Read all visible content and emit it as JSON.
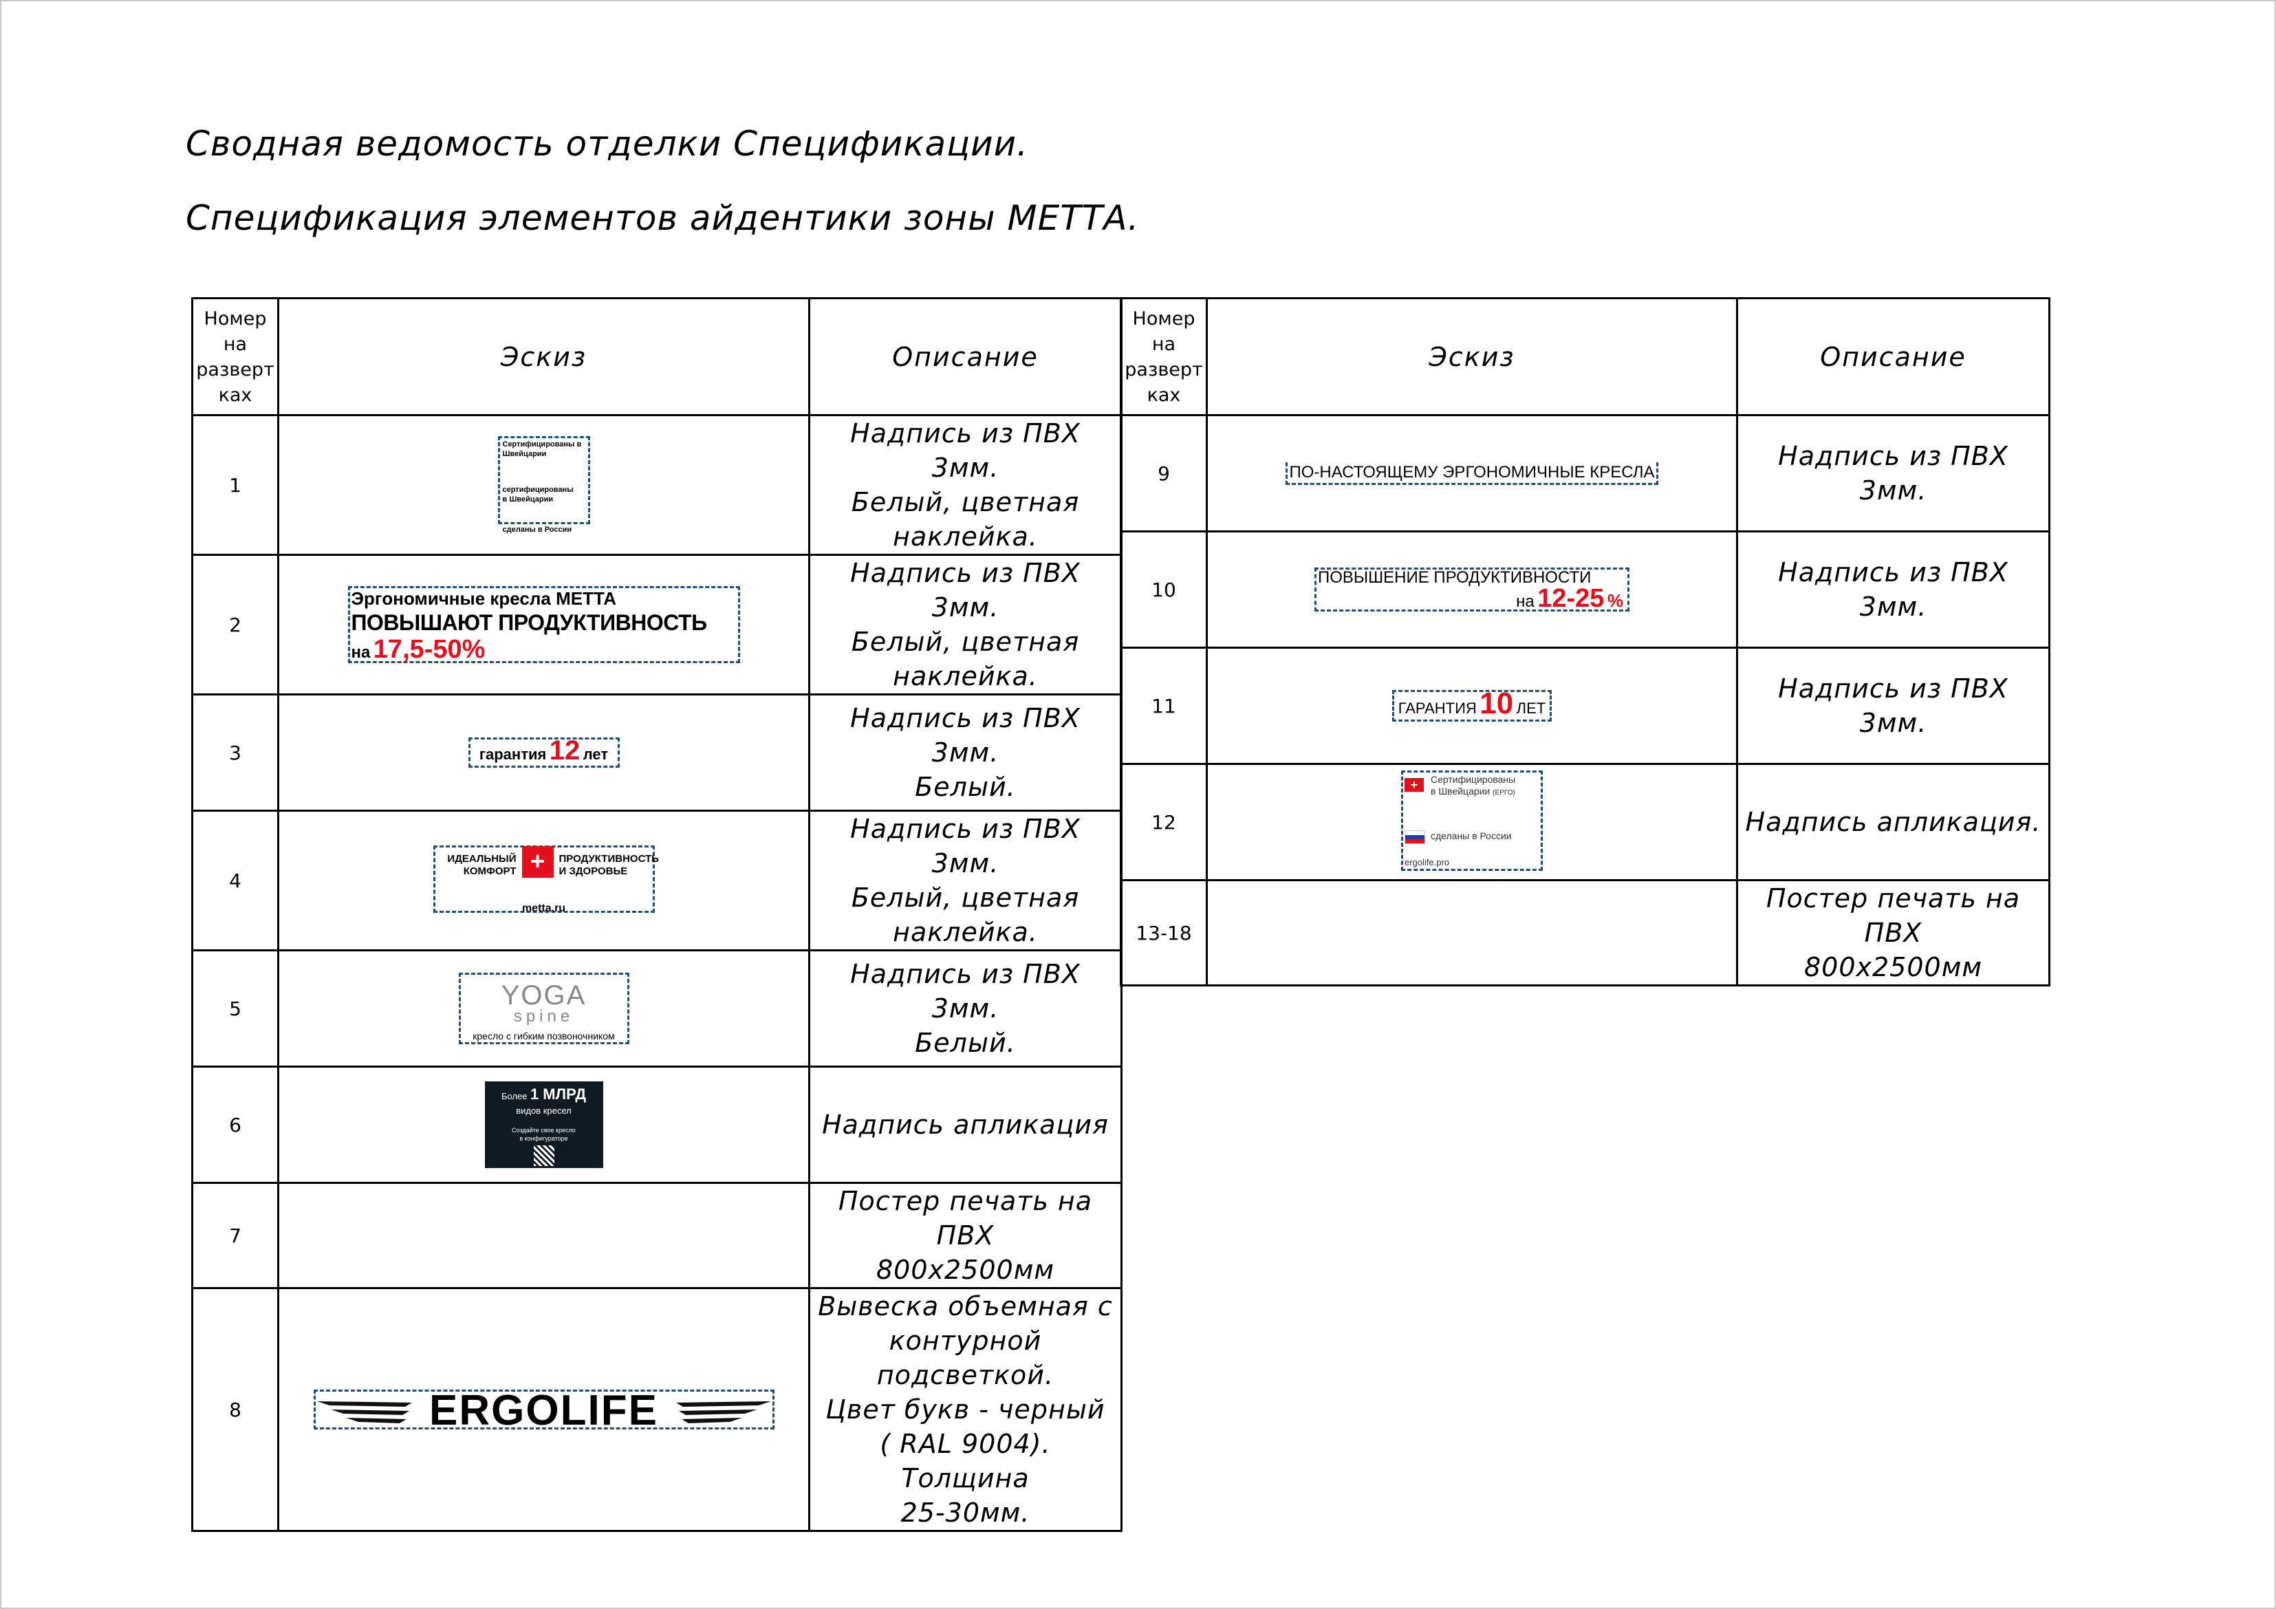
{
  "titles": {
    "line1": "Сводная ведомость отделки Спецификации.",
    "line2": "Спецификация элементов айдентики зоны МЕТТА."
  },
  "headers": {
    "number": "Номер\nна\nразверт\nках",
    "sketch": "Эскиз",
    "description": "Описание"
  },
  "left_rows": [
    {
      "num": "1",
      "desc": "Надпись из ПВХ 3мм.\nБелый, цветная\nнаклейка."
    },
    {
      "num": "2",
      "desc": "Надпись из ПВХ 3мм.\nБелый, цветная\nнаклейка."
    },
    {
      "num": "3",
      "desc": "Надпись из ПВХ 3мм.\nБелый."
    },
    {
      "num": "4",
      "desc": "Надпись из ПВХ 3мм.\nБелый, цветная\nнаклейка."
    },
    {
      "num": "5",
      "desc": "Надпись из ПВХ 3мм.\nБелый."
    },
    {
      "num": "6",
      "desc": "Надпись апликация"
    },
    {
      "num": "7",
      "desc": "Постер печать на ПВХ\n800х2500мм"
    },
    {
      "num": "8",
      "desc": "Вывеска объемная с\nконтурной подсветкой.\nЦвет букв - черный\n( RAL 9004). Толщина\n25-30мм."
    }
  ],
  "right_rows": [
    {
      "num": "9",
      "desc": "Надпись из ПВХ 3мм."
    },
    {
      "num": "10",
      "desc": "Надпись из ПВХ 3мм."
    },
    {
      "num": "11",
      "desc": "Надпись из ПВХ 3мм."
    },
    {
      "num": "12",
      "desc": "Надпись апликация."
    },
    {
      "num": "13-18",
      "desc": "Постер печать на ПВХ\n800х2500мм"
    }
  ],
  "sketches": {
    "s1": {
      "l1": "Сертифицированы в Швейцарии",
      "l2": "сертифицированы",
      "l3": "в Швейцарии",
      "l4": "сделаны в России"
    },
    "s2": {
      "l1": "Эргономичные кресла МЕТТА",
      "l2": "ПОВЫШАЮТ  ПРОДУКТИВНОСТЬ",
      "pre": "на",
      "big": "17,5-50%"
    },
    "s3": {
      "pre": "гарантия",
      "big": "12",
      "post": "лет"
    },
    "s4": {
      "left1": "ИДЕАЛЬНЫЙ",
      "left2": "КОМФОРТ",
      "right1": "ПРОДУКТИВНОСТЬ",
      "right2": "И ЗДОРОВЬЕ",
      "site": "metta.ru",
      "plus": "+"
    },
    "s5": {
      "l1": "YOGA",
      "l2": "spine",
      "l3": "кресло с гибким позвоночником"
    },
    "s6": {
      "l1": "Более",
      "big": "1 МЛРД",
      "l2": "видов кресел",
      "l3": "Создайте свое кресло",
      "l4": "в конфигураторе"
    },
    "s8": {
      "brand": "ERGOLIFE"
    },
    "s9": {
      "text": "ПО-НАСТОЯЩЕМУ ЭРГОНОМИЧНЫЕ КРЕСЛА"
    },
    "s10": {
      "l1": "ПОВЫШЕНИЕ ПРОДУКТИВНОСТИ",
      "pre": "на",
      "big": "12-25",
      "pct": "%"
    },
    "s11": {
      "pre": "ГАРАНТИЯ",
      "big": "10",
      "post": "ЛЕТ"
    },
    "s12": {
      "l1": "Сертифицированы",
      "l2": "в Швейцарии",
      "l2b": "(ЕРГО)",
      "l3": "сделаны в России",
      "site": "ergolife.pro"
    }
  },
  "colors": {
    "accent_red": "#e3101b",
    "dash_blue": "#1f4e79",
    "dark_panel": "#0f1a22"
  }
}
